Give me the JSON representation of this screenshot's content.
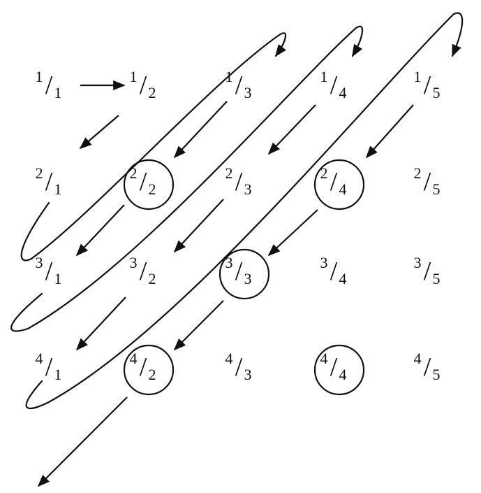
{
  "grid": {
    "rows": [
      [
        {
          "n": "1",
          "d": "1"
        },
        {
          "n": "1",
          "d": "2"
        },
        {
          "n": "1",
          "d": "3"
        },
        {
          "n": "1",
          "d": "4"
        },
        {
          "n": "1",
          "d": "5"
        }
      ],
      [
        {
          "n": "2",
          "d": "1"
        },
        {
          "n": "2",
          "d": "2",
          "circled": true
        },
        {
          "n": "2",
          "d": "3"
        },
        {
          "n": "2",
          "d": "4",
          "circled": true
        },
        {
          "n": "2",
          "d": "5"
        }
      ],
      [
        {
          "n": "3",
          "d": "1"
        },
        {
          "n": "3",
          "d": "2"
        },
        {
          "n": "3",
          "d": "3",
          "circled": true
        },
        {
          "n": "3",
          "d": "4"
        },
        {
          "n": "3",
          "d": "5"
        }
      ],
      [
        {
          "n": "4",
          "d": "1"
        },
        {
          "n": "4",
          "d": "2",
          "circled": true
        },
        {
          "n": "4",
          "d": "3"
        },
        {
          "n": "4",
          "d": "4",
          "circled": true
        },
        {
          "n": "4",
          "d": "5"
        }
      ]
    ]
  },
  "colors": {
    "ink": "#111111",
    "background": "#ffffff"
  }
}
